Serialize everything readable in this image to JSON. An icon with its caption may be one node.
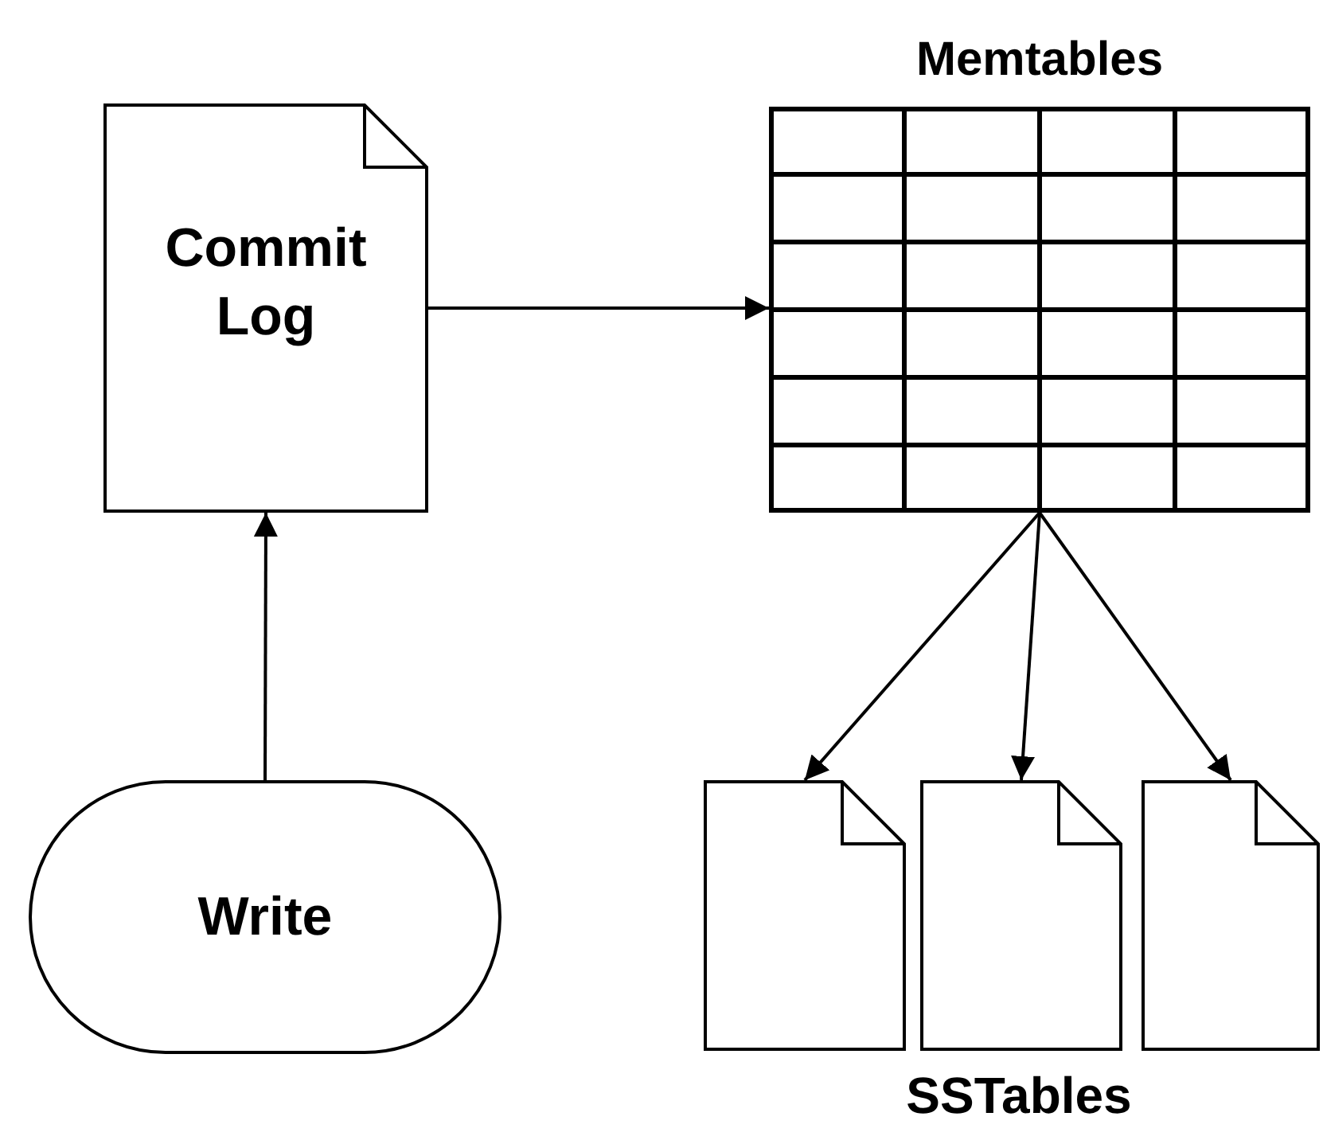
{
  "diagram": {
    "nodes": [
      {
        "text": [
          "Commit Log"
        ]
      },
      {
        "text": [
          "Memtables"
        ]
      },
      {
        "text": [],
        "shape": "document"
      },
      {
        "text": [],
        "shape": "document"
      },
      {
        "text": [],
        "shape": "document"
      },
      {
        "text": [
          "Write"
        ]
      }
    ],
    "edges": [
      {
        "from": 5,
        "to": 0,
        "arrow": "to"
      },
      {
        "from": 0,
        "to": 1,
        "arrow": "to"
      },
      {
        "from": 1,
        "to": 2,
        "arrow": "to"
      },
      {
        "from": 1,
        "to": 3,
        "arrow": "to"
      },
      {
        "from": 1,
        "to": 4,
        "arrow": "to"
      }
    ],
    "labels": [
      "SSTables"
    ]
  }
}
